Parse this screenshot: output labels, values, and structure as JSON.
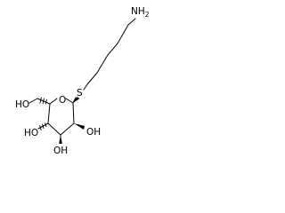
{
  "molecule": {
    "amine_label": "NH2",
    "amine_main": "NH",
    "amine_sub": "2",
    "ring_oxygen_label": "O",
    "thioether_label": "S",
    "c6_hydroxyl_label": "HO",
    "c4_hydroxyl_label": "HO",
    "c3_hydroxyl_label": "OH",
    "c2_hydroxyl_label": "OH"
  },
  "colors": {
    "bond": "#000000",
    "text": "#000000",
    "background": "#ffffff"
  }
}
